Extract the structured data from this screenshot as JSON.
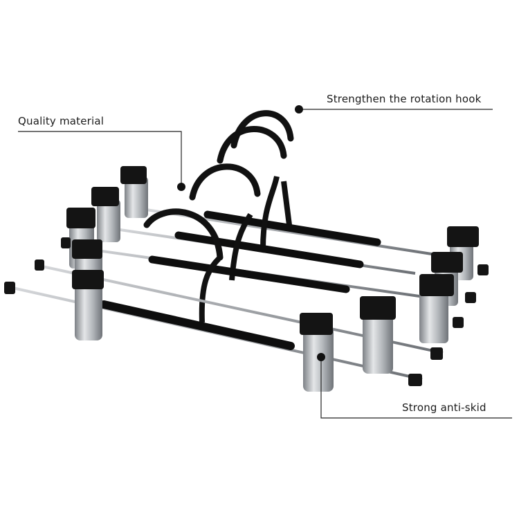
{
  "callouts": {
    "quality": "Quality material",
    "hook": "Strengthen the rotation hook",
    "anti_skid": "Strong anti-skid"
  },
  "colors": {
    "bar": "#0e0e0e",
    "clip_metal": "#b5b8bc",
    "clip_cap": "#141414",
    "rod": "#9fa3a8",
    "leader": "#222222"
  }
}
